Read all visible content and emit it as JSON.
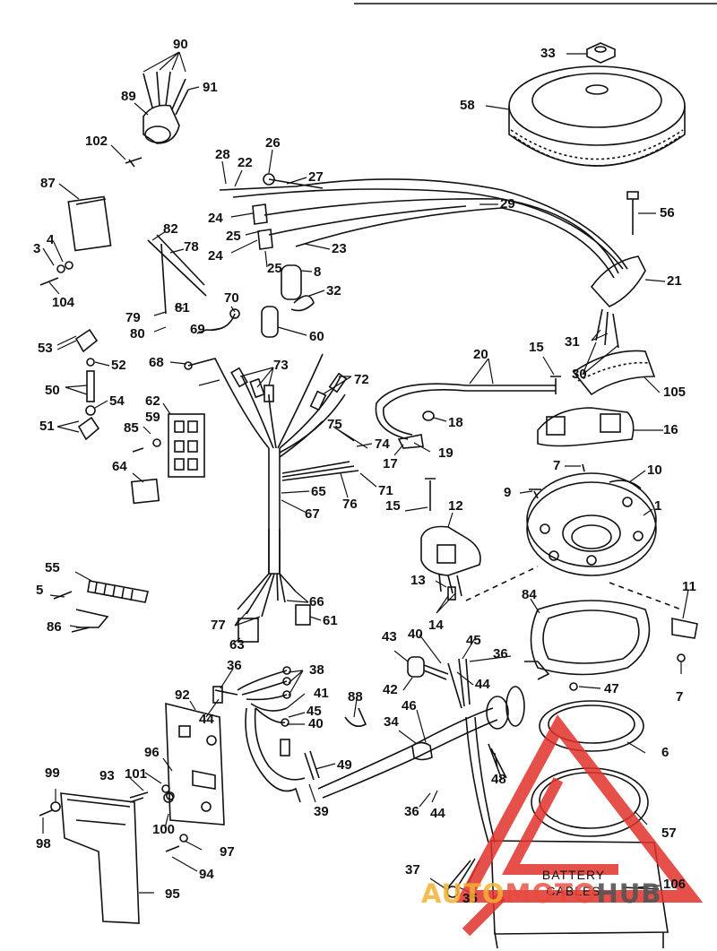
{
  "diagram": {
    "callouts": [
      "90",
      "91",
      "89",
      "102",
      "87",
      "3",
      "4",
      "104",
      "82",
      "78",
      "79",
      "81",
      "80",
      "70",
      "69",
      "28",
      "22",
      "26",
      "27",
      "24",
      "25",
      "23",
      "8",
      "32",
      "60",
      "53",
      "52",
      "50",
      "54",
      "51",
      "62",
      "59",
      "85",
      "64",
      "68",
      "73",
      "72",
      "75",
      "74",
      "65",
      "67",
      "76",
      "71",
      "55",
      "5",
      "86",
      "77",
      "66",
      "61",
      "63",
      "33",
      "58",
      "29",
      "56",
      "21",
      "31",
      "30",
      "105",
      "20",
      "15",
      "18",
      "16",
      "17",
      "19",
      "7",
      "10",
      "9",
      "1",
      "12",
      "13",
      "14",
      "84",
      "11",
      "43",
      "40",
      "45",
      "36",
      "42",
      "47",
      "92",
      "96",
      "101",
      "93",
      "99",
      "98",
      "100",
      "97",
      "94",
      "95",
      "38",
      "41",
      "39",
      "88",
      "34",
      "46",
      "48",
      "49",
      "37",
      "35",
      "106",
      "57",
      "6",
      "44"
    ],
    "battery_box": {
      "line1": "BATTERY",
      "line2": "CABLES"
    }
  },
  "watermark": {
    "part1": "AUTO",
    "part2": "MOTO",
    "part3": "HUB",
    "colors": {
      "auto": "#f2b233",
      "moto": "#e84b3c",
      "hub": "#555555",
      "logo": "#e0312a"
    }
  }
}
